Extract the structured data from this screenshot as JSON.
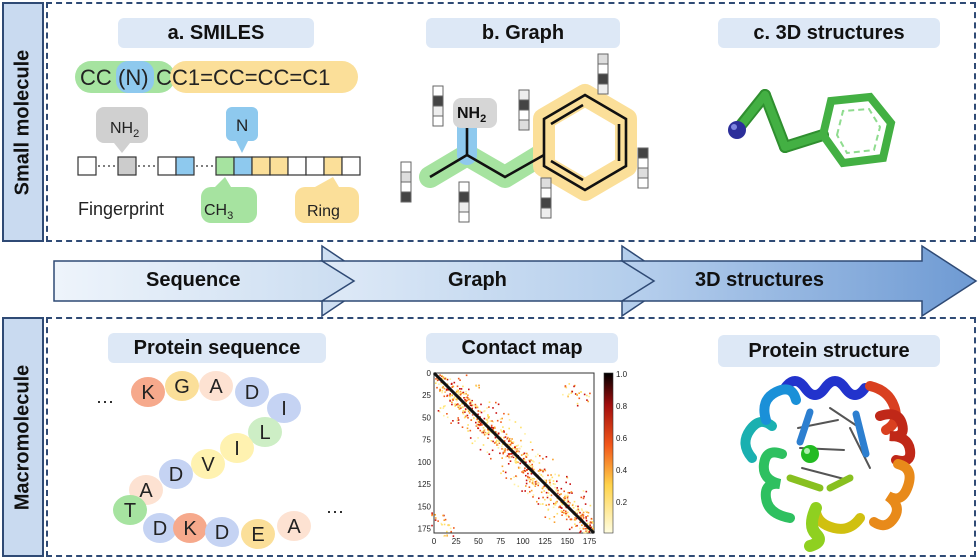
{
  "rows": {
    "small": "Small molecule",
    "macro": "Macromolecule"
  },
  "small": {
    "smiles": {
      "title": "a. SMILES",
      "string": {
        "p1": "CC",
        "p2": "(N)",
        "p3": "C",
        "p4": "C1=CC=CC=C1"
      },
      "fingerprint_label": "Fingerprint",
      "nh2": {
        "base": "NH",
        "sub": "2"
      },
      "n": "N",
      "ch3": {
        "base": "CH",
        "sub": "3"
      },
      "ring": "Ring"
    },
    "graph": {
      "title": "b. Graph",
      "nh2": {
        "base": "NH",
        "sub": "2"
      }
    },
    "structures": {
      "title": "c. 3D structures"
    }
  },
  "arrow": {
    "labels": [
      "Sequence",
      "Graph",
      "3D structures"
    ]
  },
  "macro": {
    "sequence": {
      "title": "Protein sequence",
      "residues": [
        "K",
        "G",
        "A",
        "D",
        "I",
        "L",
        "I",
        "V",
        "D",
        "A",
        "T",
        "D",
        "K",
        "D",
        "E",
        "A"
      ],
      "ellipsis": "⋯"
    },
    "contact": {
      "title": "Contact map",
      "ticks": [
        "0",
        "25",
        "50",
        "75",
        "100",
        "125",
        "150",
        "175"
      ],
      "colorbar": [
        "1.0",
        "0.8",
        "0.6",
        "0.4",
        "0.2"
      ]
    },
    "structure": {
      "title": "Protein structure"
    }
  },
  "colors": {
    "green": "#a6e3a0",
    "blue": "#8ec9ee",
    "yellow": "#fbdf99",
    "frame": "#2f4a75"
  }
}
